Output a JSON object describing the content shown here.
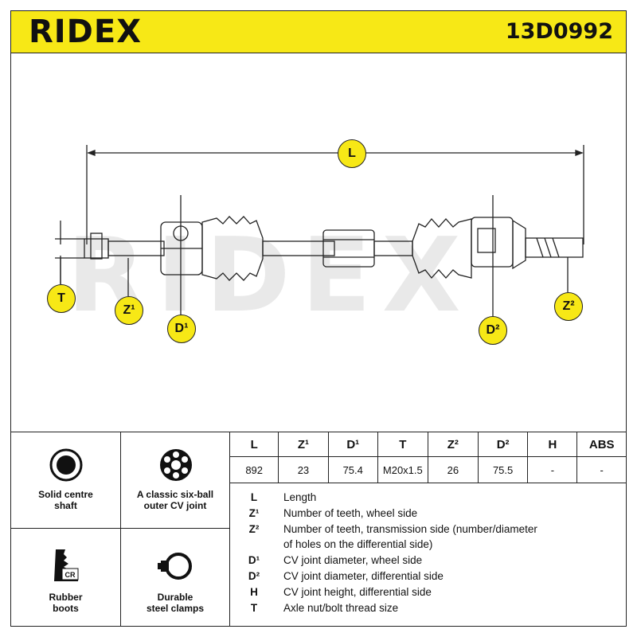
{
  "header": {
    "brand": "RIDEX",
    "part_number": "13D0992"
  },
  "drawing": {
    "watermark": "RIDEX",
    "badges": {
      "L": "L",
      "T": "T",
      "Z1": "Z¹",
      "D1": "D¹",
      "D2": "D²",
      "Z2": "Z²"
    }
  },
  "features": [
    {
      "icon": "solid-shaft-icon",
      "label1": "Solid centre",
      "label2": "shaft"
    },
    {
      "icon": "six-ball-joint-icon",
      "label1": "A classic six-ball",
      "label2": "outer CV joint"
    },
    {
      "icon": "rubber-boot-icon",
      "label1": "Rubber",
      "label2": "boots",
      "icon_text": "CR"
    },
    {
      "icon": "steel-clamp-icon",
      "label1": "Durable",
      "label2": "steel clamps"
    }
  ],
  "spec_table": {
    "headers": [
      "L",
      "Z¹",
      "D¹",
      "T",
      "Z²",
      "D²",
      "H",
      "ABS"
    ],
    "values": [
      "892",
      "23",
      "75.4",
      "M20x1.5",
      "26",
      "75.5",
      "-",
      "-"
    ]
  },
  "legend": [
    {
      "key": "L",
      "desc": "Length"
    },
    {
      "key": "Z¹",
      "desc": "Number of teeth, wheel side"
    },
    {
      "key": "Z²",
      "desc": "Number of teeth, transmission side (number/diameter"
    },
    {
      "key": "",
      "desc": "of holes on the differential side)"
    },
    {
      "key": "D¹",
      "desc": "CV joint diameter, wheel side"
    },
    {
      "key": "D²",
      "desc": "CV joint diameter, differential side"
    },
    {
      "key": "H",
      "desc": "CV joint height, differential side"
    },
    {
      "key": "T",
      "desc": "Axle nut/bolt thread size"
    }
  ],
  "colors": {
    "accent": "#f7e816",
    "line": "#222222",
    "watermark": "#e9e9e9"
  }
}
